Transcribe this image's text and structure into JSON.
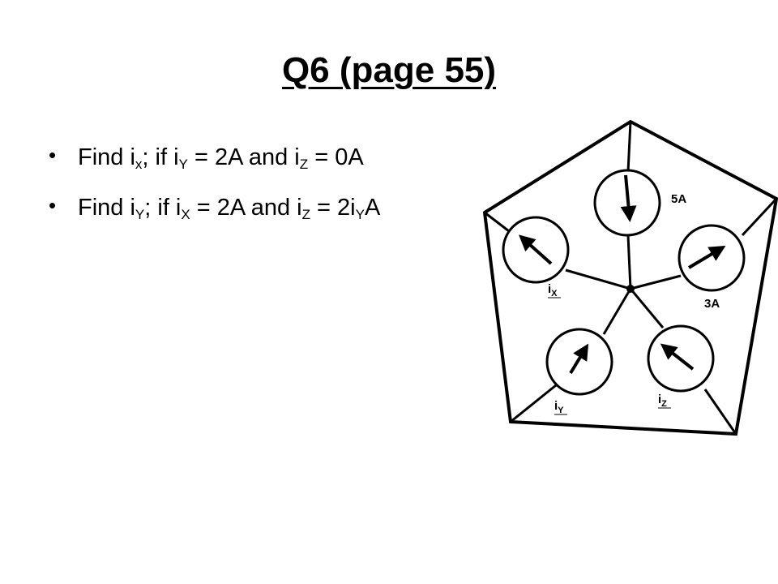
{
  "title": "Q6 (page 55)",
  "bullets": [
    {
      "bullet": "•",
      "find_prefix": "Find i",
      "find_sub": "x",
      "if_prefix": "; if i",
      "a_sub": "Y",
      "a_rest": " = 2A and i",
      "b_sub": "Z",
      "b_rest": " = 0A",
      "tail_sub": "",
      "tail": ""
    },
    {
      "bullet": "•",
      "find_prefix": "Find i",
      "find_sub": "Y",
      "if_prefix": "; if i",
      "a_sub": "X",
      "a_rest": " = 2A and i",
      "b_sub": "Z",
      "b_rest": " = 2i",
      "tail_sub": "Y",
      "tail": "A"
    }
  ],
  "diagram": {
    "labels": {
      "top_source": "5A",
      "right_source": "3A",
      "ix_base": "i",
      "ix_sub": "X",
      "iy_base": "i",
      "iy_sub": "Y",
      "iz_base": "i",
      "iz_sub": "Z"
    }
  }
}
